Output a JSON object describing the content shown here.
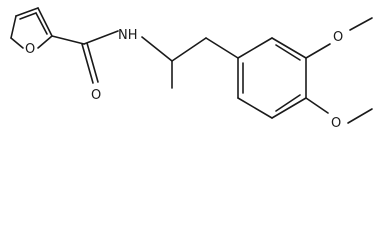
{
  "structure": {
    "atoms": {
      "furan_oxygen": "O",
      "carbonyl_oxygen": "O",
      "amide_nitrogen": "NH",
      "methoxy_oxygen_upper": "O",
      "methoxy_oxygen_lower": "O"
    }
  },
  "colors": {
    "bond": "#1a1a1a",
    "label": "#1a1a1a",
    "background": "#ffffff"
  }
}
